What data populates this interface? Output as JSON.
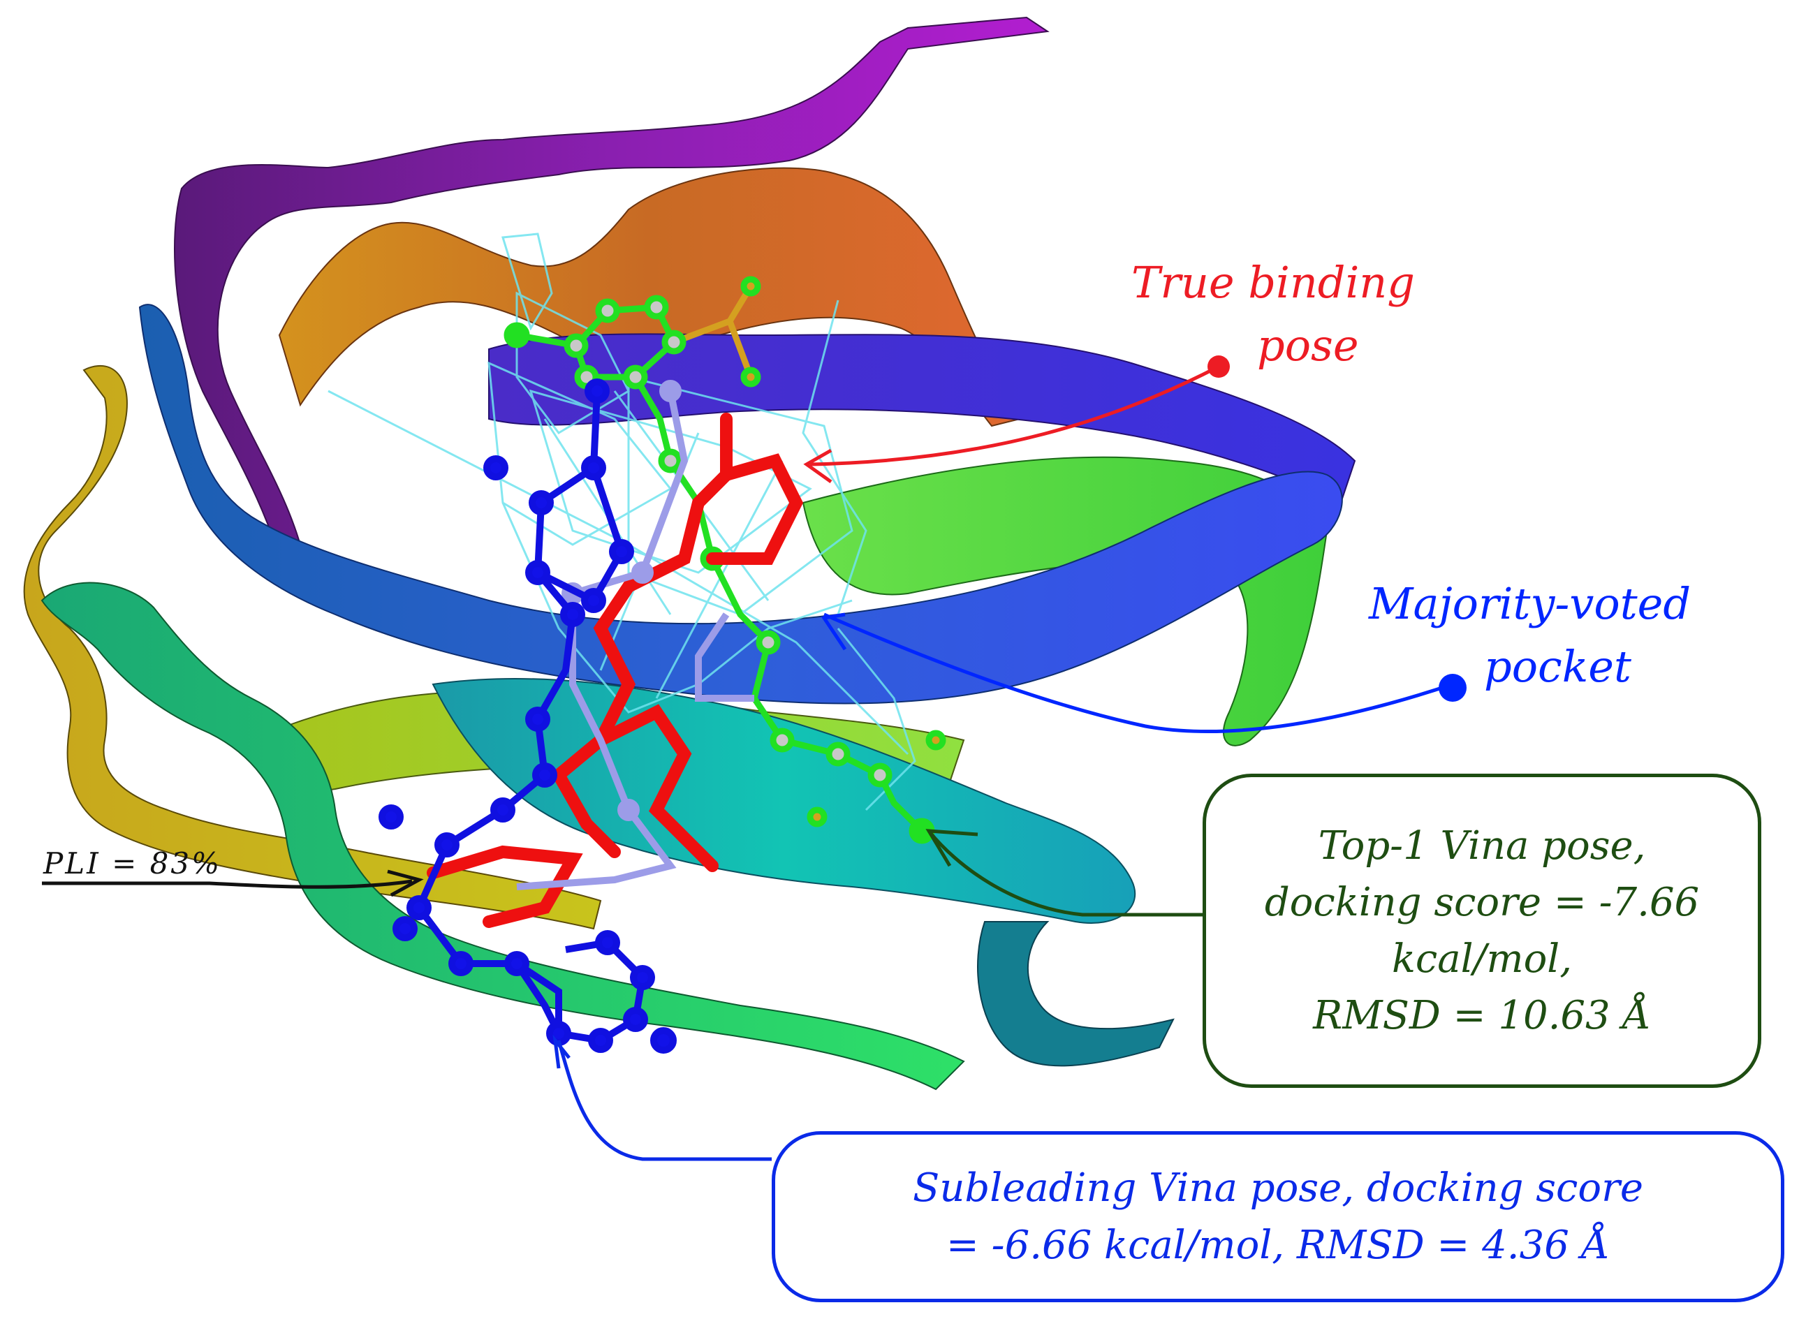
{
  "figure": {
    "description": "Protein ribbon (beta-sandwich) with docked ligand poses and pocket mesh",
    "colors": {
      "true_pose": "#ed1c24",
      "majority_pocket": "#0026ff",
      "top1_pose": "#1e4d12",
      "subleading_pose": "#0a2ae8",
      "pli": "#111111",
      "pocket_mesh": "#6fe3ee"
    }
  },
  "annotations": {
    "true_binding": {
      "line1": "True binding",
      "line2": "pose",
      "color": "#ed1c24"
    },
    "majority_pocket": {
      "line1": "Majority-voted",
      "line2": "pocket",
      "color": "#0026ff"
    },
    "top1": {
      "lines": [
        "Top-1 Vina pose,",
        "docking score = -7.66",
        "kcal/mol,",
        "RMSD = 10.63 Å"
      ],
      "docking_score": -7.66,
      "rmsd": 10.63,
      "color": "#1e4d12"
    },
    "subleading": {
      "lines": [
        "Subleading Vina pose, docking score",
        "= -6.66 kcal/mol, RMSD = 4.36 Å"
      ],
      "docking_score": -6.66,
      "rmsd": 4.36,
      "color": "#0a2ae8"
    },
    "pli": {
      "text": "PLI = 83%",
      "value_pct": 83
    }
  }
}
